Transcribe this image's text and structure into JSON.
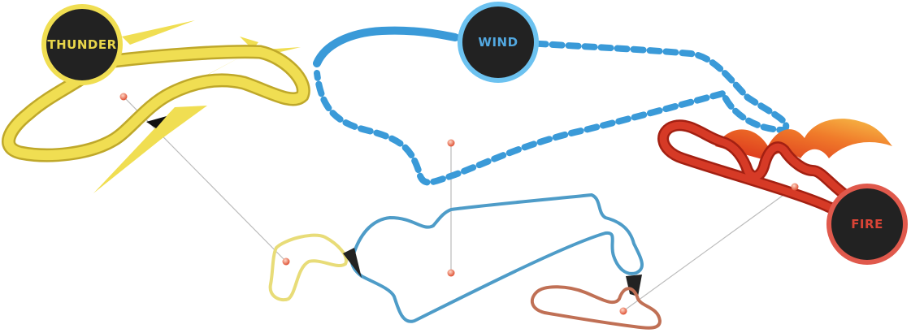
{
  "badges": {
    "thunder": "THUNDER",
    "wind": "WIND",
    "fire": "FIRE"
  },
  "colors": {
    "thunder": "#f0de52",
    "wind": "#3a9ad8",
    "fire": "#d63a26",
    "track_yellow": "#e8dc78",
    "track_blue": "#4e9cc8",
    "track_brown": "#c07055",
    "pin": "#ec7b5c"
  }
}
